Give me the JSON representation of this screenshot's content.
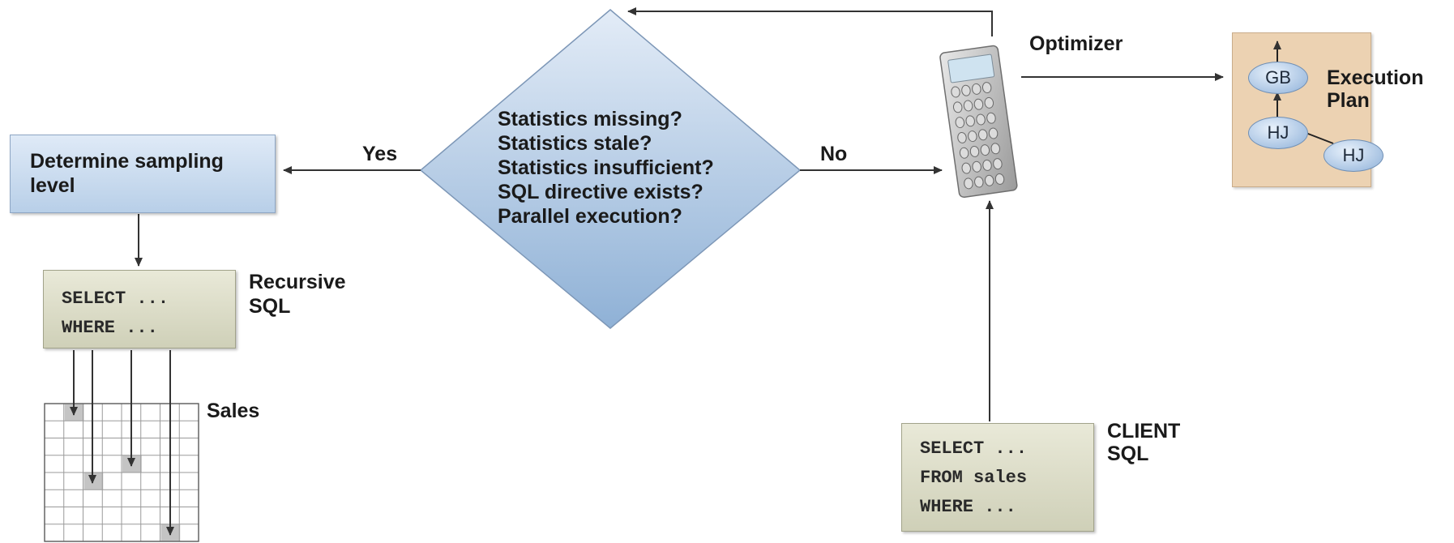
{
  "decision": {
    "questions": "Statistics missing?\nStatistics stale?\nStatistics insufficient?\nSQL directive exists?\nParallel execution?"
  },
  "branches": {
    "yes_label": "Yes",
    "no_label": "No"
  },
  "sampling": {
    "label": "Determine sampling\nlevel"
  },
  "recursive_sql": {
    "code": "SELECT ...\nWHERE ...",
    "label": "Recursive\nSQL"
  },
  "sales_table": {
    "label": "Sales"
  },
  "optimizer": {
    "label": "Optimizer",
    "icon": "calculator-icon"
  },
  "execution_plan": {
    "label": "Execution\nPlan",
    "nodes": {
      "gb": "GB",
      "hj_left": "HJ",
      "hj_right": "HJ"
    }
  },
  "client_sql": {
    "code": "SELECT ...\nFROM sales\nWHERE ...",
    "label": "CLIENT\nSQL"
  },
  "colors": {
    "arrow": "#333333",
    "diamond_top": "#e3ecf7",
    "diamond_bottom": "#8fb1d6",
    "plan_bg": "#ecd2b2",
    "sql_box": "#d8d8c4"
  }
}
